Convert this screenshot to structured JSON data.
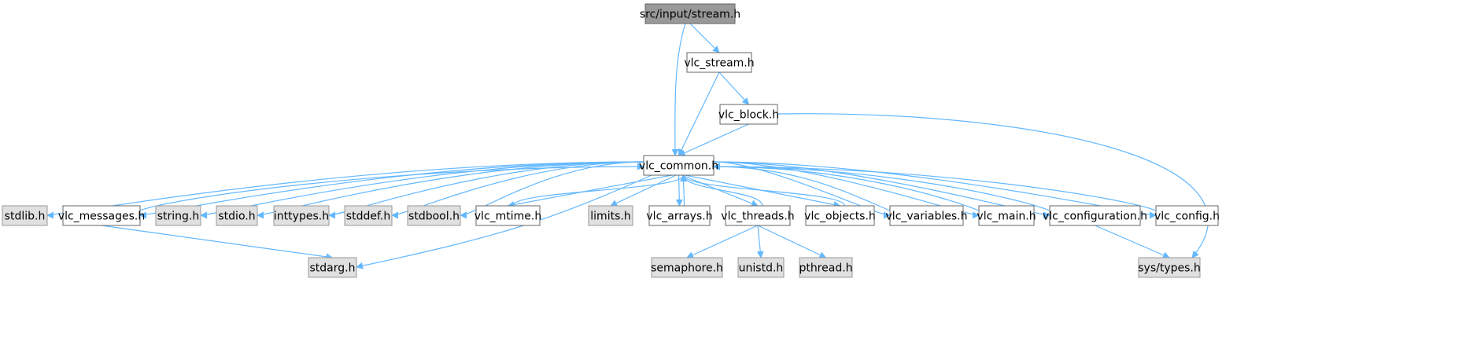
{
  "colors": {
    "edge": "#63b8ff",
    "node_border": "#666666",
    "node_text": "#000000",
    "root_fill": "#999999",
    "documented_fill": "#ffffff",
    "external_fill": "#e0e0e0",
    "external_border": "#999999"
  },
  "nodes": [
    {
      "id": "stream",
      "label": "src/input/stream.h",
      "kind": "root"
    },
    {
      "id": "vlc_stream",
      "label": "vlc_stream.h",
      "kind": "documented"
    },
    {
      "id": "vlc_block",
      "label": "vlc_block.h",
      "kind": "documented"
    },
    {
      "id": "vlc_common",
      "label": "vlc_common.h",
      "kind": "documented"
    },
    {
      "id": "stdlib",
      "label": "stdlib.h",
      "kind": "external"
    },
    {
      "id": "vlc_messages",
      "label": "vlc_messages.h",
      "kind": "documented"
    },
    {
      "id": "string",
      "label": "string.h",
      "kind": "external"
    },
    {
      "id": "stdio",
      "label": "stdio.h",
      "kind": "external"
    },
    {
      "id": "inttypes",
      "label": "inttypes.h",
      "kind": "external"
    },
    {
      "id": "stddef",
      "label": "stddef.h",
      "kind": "external"
    },
    {
      "id": "stdbool",
      "label": "stdbool.h",
      "kind": "external"
    },
    {
      "id": "vlc_mtime",
      "label": "vlc_mtime.h",
      "kind": "documented"
    },
    {
      "id": "limits",
      "label": "limits.h",
      "kind": "external"
    },
    {
      "id": "vlc_arrays",
      "label": "vlc_arrays.h",
      "kind": "documented"
    },
    {
      "id": "vlc_threads",
      "label": "vlc_threads.h",
      "kind": "documented"
    },
    {
      "id": "vlc_objects",
      "label": "vlc_objects.h",
      "kind": "documented"
    },
    {
      "id": "vlc_variables",
      "label": "vlc_variables.h",
      "kind": "documented"
    },
    {
      "id": "vlc_main",
      "label": "vlc_main.h",
      "kind": "documented"
    },
    {
      "id": "vlc_configuration",
      "label": "vlc_configuration.h",
      "kind": "documented"
    },
    {
      "id": "vlc_config",
      "label": "vlc_config.h",
      "kind": "documented"
    },
    {
      "id": "stdarg",
      "label": "stdarg.h",
      "kind": "external"
    },
    {
      "id": "semaphore",
      "label": "semaphore.h",
      "kind": "external"
    },
    {
      "id": "unistd",
      "label": "unistd.h",
      "kind": "external"
    },
    {
      "id": "pthread",
      "label": "pthread.h",
      "kind": "external"
    },
    {
      "id": "sys_types",
      "label": "sys/types.h",
      "kind": "external"
    }
  ],
  "edges": [
    {
      "from": "stream",
      "to": "vlc_stream"
    },
    {
      "from": "stream",
      "to": "vlc_common"
    },
    {
      "from": "vlc_stream",
      "to": "vlc_block"
    },
    {
      "from": "vlc_stream",
      "to": "vlc_common"
    },
    {
      "from": "vlc_block",
      "to": "vlc_common"
    },
    {
      "from": "vlc_block",
      "to": "sys_types"
    },
    {
      "from": "vlc_common",
      "to": "stdlib"
    },
    {
      "from": "vlc_common",
      "to": "vlc_messages"
    },
    {
      "from": "vlc_common",
      "to": "string"
    },
    {
      "from": "vlc_common",
      "to": "stdio"
    },
    {
      "from": "vlc_common",
      "to": "inttypes"
    },
    {
      "from": "vlc_common",
      "to": "stddef"
    },
    {
      "from": "vlc_common",
      "to": "stdbool"
    },
    {
      "from": "vlc_common",
      "to": "vlc_mtime"
    },
    {
      "from": "vlc_common",
      "to": "limits"
    },
    {
      "from": "vlc_common",
      "to": "vlc_arrays"
    },
    {
      "from": "vlc_common",
      "to": "vlc_threads"
    },
    {
      "from": "vlc_common",
      "to": "vlc_objects"
    },
    {
      "from": "vlc_common",
      "to": "vlc_variables"
    },
    {
      "from": "vlc_common",
      "to": "vlc_main"
    },
    {
      "from": "vlc_common",
      "to": "vlc_configuration"
    },
    {
      "from": "vlc_common",
      "to": "vlc_config"
    },
    {
      "from": "vlc_common",
      "to": "stdarg"
    },
    {
      "from": "vlc_messages",
      "to": "vlc_common"
    },
    {
      "from": "vlc_messages",
      "to": "stdarg"
    },
    {
      "from": "vlc_mtime",
      "to": "vlc_common"
    },
    {
      "from": "vlc_arrays",
      "to": "vlc_common"
    },
    {
      "from": "vlc_threads",
      "to": "vlc_common"
    },
    {
      "from": "vlc_threads",
      "to": "semaphore"
    },
    {
      "from": "vlc_threads",
      "to": "unistd"
    },
    {
      "from": "vlc_threads",
      "to": "pthread"
    },
    {
      "from": "vlc_objects",
      "to": "vlc_common"
    },
    {
      "from": "vlc_variables",
      "to": "vlc_common"
    },
    {
      "from": "vlc_main",
      "to": "vlc_common"
    },
    {
      "from": "vlc_configuration",
      "to": "vlc_common"
    },
    {
      "from": "vlc_configuration",
      "to": "sys_types"
    },
    {
      "from": "vlc_config",
      "to": "vlc_common"
    }
  ]
}
